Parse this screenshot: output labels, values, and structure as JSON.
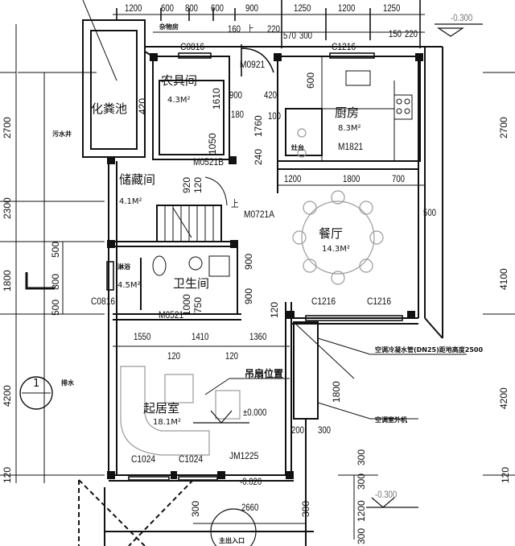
{
  "rooms": {
    "septic": {
      "name": "化粪池"
    },
    "tools": {
      "name": "农具间",
      "area": "4.3M²"
    },
    "kitchen": {
      "name": "厨房",
      "area": "8.3M²"
    },
    "storage": {
      "name": "储藏间",
      "area": "4.1M²"
    },
    "dining": {
      "name": "餐厅",
      "area": "14.3M²"
    },
    "bath": {
      "name": "卫生间",
      "area": "4.5M²"
    },
    "bath_small": {
      "name": "淋浴"
    },
    "living": {
      "name": "起居室",
      "area": "18.1M²"
    }
  },
  "top_dims": [
    "1200",
    "600",
    "800",
    "600",
    "900",
    "1250",
    "1200",
    "1250"
  ],
  "top_dims2": [
    "160",
    "上",
    "220",
    "570",
    "300",
    "150",
    "220"
  ],
  "left_dims": [
    "2700",
    "2300",
    "1800",
    "4200",
    "120",
    "500",
    "800",
    "500"
  ],
  "right_dims": [
    "2700",
    "4100",
    "4200",
    "120"
  ],
  "inner_dims": {
    "d420a": "420",
    "d420b": "420",
    "d900a": "900",
    "d1610": "1610",
    "d180": "180",
    "d1760": "1760",
    "d100": "100",
    "d1050": "1050",
    "d240": "240",
    "d600": "600",
    "d920": "920",
    "d120a": "120",
    "k1200": "1200",
    "k1800": "1800",
    "k700": "700",
    "d500": "500",
    "b900a": "900",
    "b900b": "900",
    "b120": "120",
    "b1000": "1000",
    "b750": "750",
    "l1550": "1550",
    "l1410": "1410",
    "l1360": "1360",
    "l120a": "120",
    "l120b": "120",
    "ac1800": "1800",
    "ac200": "200",
    "ac300": "300",
    "p300a": "300",
    "p2660": "2660",
    "p300b": "300",
    "p020": "-0.020",
    "pr300a": "300",
    "pr300b": "300",
    "pr1200": "1200",
    "pr300c": "300"
  },
  "codes": {
    "c0816a": "C0816",
    "c1216a": "C1216",
    "m0921": "M0921",
    "m1821": "M1821",
    "m0721a": "M0721A",
    "m0521b": "M0521B",
    "m0521": "M0521",
    "c0816b": "C0816",
    "c1216b": "C1216",
    "c1216c": "C1216",
    "c1024a": "C1024",
    "c1024b": "C1024",
    "jm1225": "JM1225"
  },
  "annotations": {
    "elev_top": "-0.300",
    "elev_bottom": "-0.300",
    "elev_living": "±0.000",
    "fan": "吊扇位置",
    "ac_pipe": "空调冷凝水管(DN25)距地高度2500",
    "ac_unit": "空调室外机",
    "well": "污水井",
    "stair_up": "上",
    "section_num": "1",
    "entrance": "主出入口",
    "drain": "排水",
    "stove": "灶台",
    "top_tag": "杂物房"
  },
  "colors": {
    "line": "#111111",
    "furniture": "#9a9a9a"
  }
}
